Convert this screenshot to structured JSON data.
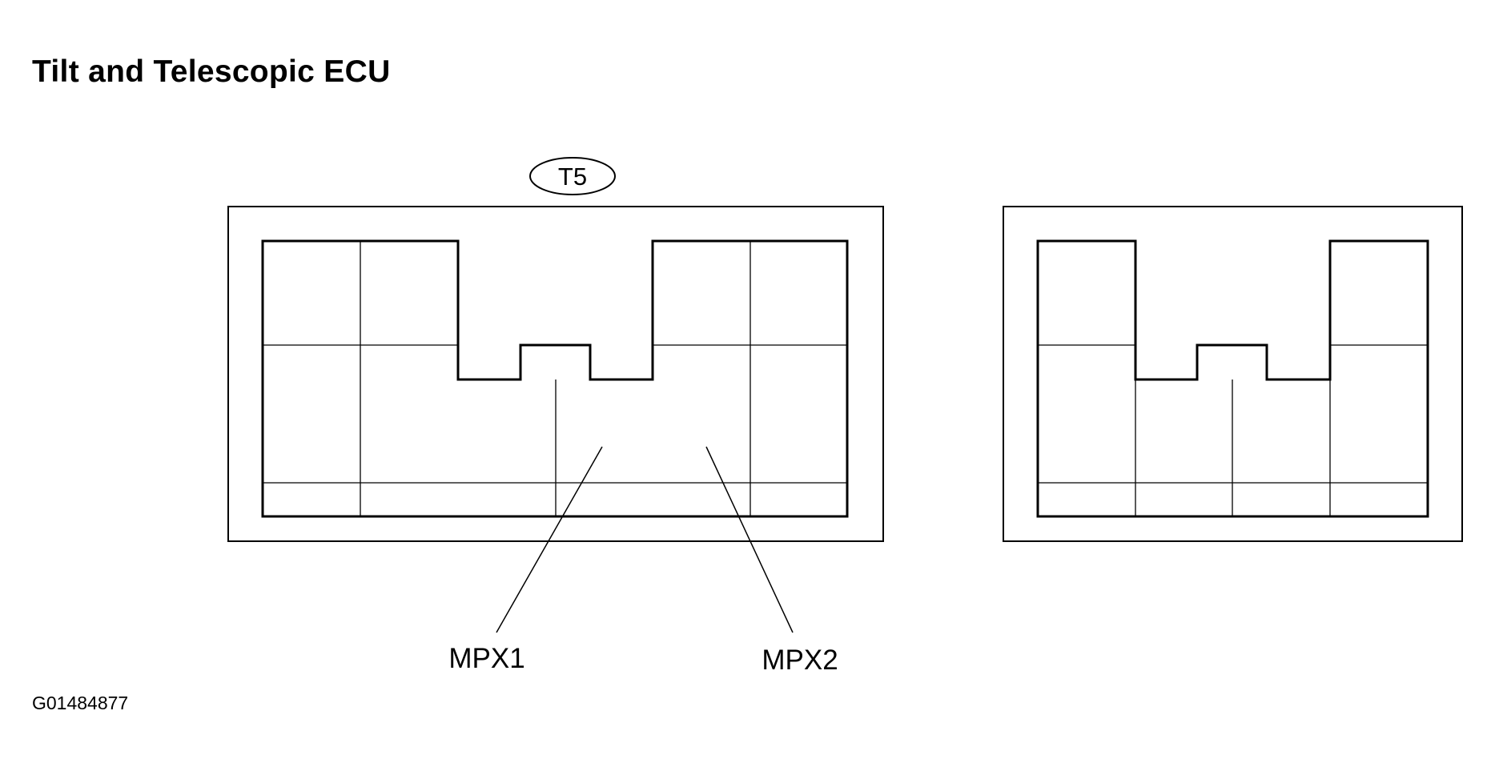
{
  "title": "Tilt and Telescopic ECU",
  "connector_code": "T5",
  "pins": [
    {
      "name": "MPX1"
    },
    {
      "name": "MPX2"
    }
  ],
  "figure_id": "G01484877"
}
